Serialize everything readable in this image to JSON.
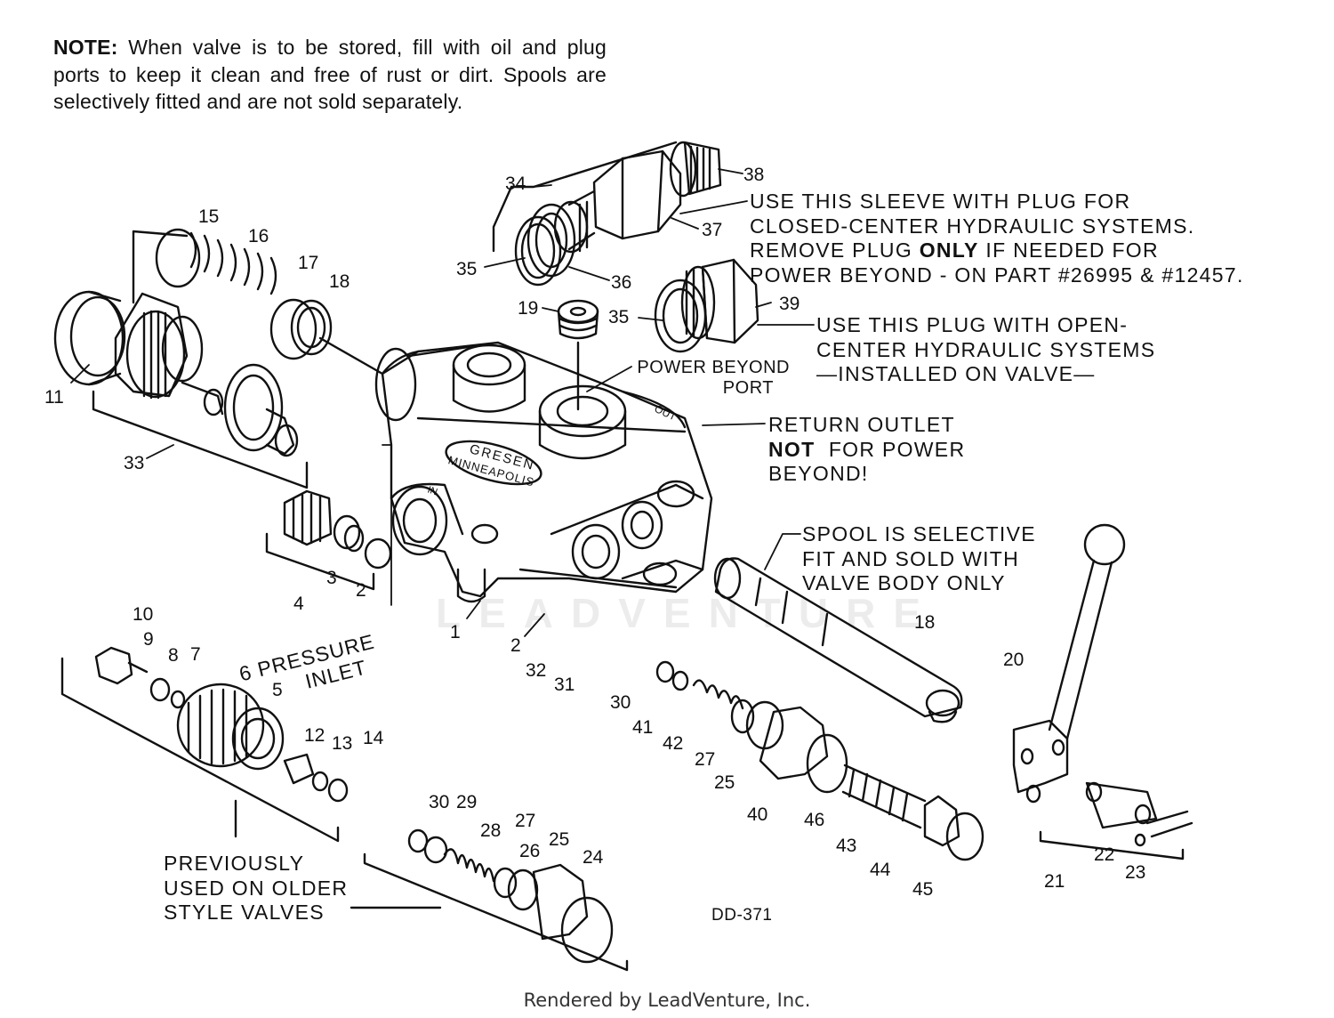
{
  "note": {
    "lead": "NOTE:",
    "text": " When valve is to be stored, fill with oil and plug ports to keep it clean and free of rust or dirt. Spools are selectively fitted and are not sold separately."
  },
  "callouts": {
    "sleeve": [
      "USE THIS SLEEVE WITH PLUG FOR",
      "CLOSED-CENTER HYDRAULIC SYSTEMS."
    ],
    "sleeve_remove_a": "REMOVE PLUG ",
    "sleeve_remove_b": "ONLY",
    "sleeve_remove_c": " IF NEEDED FOR",
    "sleeve_power": "POWER BEYOND - ON PART #26995 & #12457.",
    "plug": [
      "USE THIS PLUG WITH OPEN-",
      "CENTER HYDRAULIC SYSTEMS",
      "—INSTALLED ON VALVE—"
    ],
    "power_beyond_port": [
      "POWER BEYOND",
      "PORT"
    ],
    "return_a": "RETURN OUTLET",
    "return_b": "NOT",
    "return_c": "  FOR POWER",
    "return_d": "BEYOND!",
    "spool": [
      "SPOOL IS SELECTIVE",
      "FIT AND SOLD WITH",
      "VALVE BODY ONLY"
    ],
    "pressure": [
      "6 PRESSURE",
      "INLET"
    ],
    "previously": [
      "PREVIOUSLY",
      "USED ON OLDER",
      "STYLE VALVES"
    ],
    "figure_id": "DD-371",
    "body_logo": [
      "GRESEN",
      "MINNEAPOLIS"
    ],
    "port_in": "IN",
    "port_out": "OUT"
  },
  "part_numbers": [
    "1",
    "2",
    "2",
    "3",
    "4",
    "5",
    "7",
    "8",
    "9",
    "10",
    "11",
    "12",
    "13",
    "14",
    "15",
    "16",
    "17",
    "18",
    "18",
    "19",
    "20",
    "21",
    "22",
    "23",
    "24",
    "25",
    "25",
    "26",
    "27",
    "27",
    "28",
    "29",
    "30",
    "30",
    "31",
    "32",
    "33",
    "34",
    "35",
    "35",
    "36",
    "37",
    "38",
    "39",
    "40",
    "41",
    "42",
    "43",
    "44",
    "45",
    "46"
  ],
  "watermark": "LEADVENTURE",
  "footer": "Rendered by LeadVenture, Inc."
}
